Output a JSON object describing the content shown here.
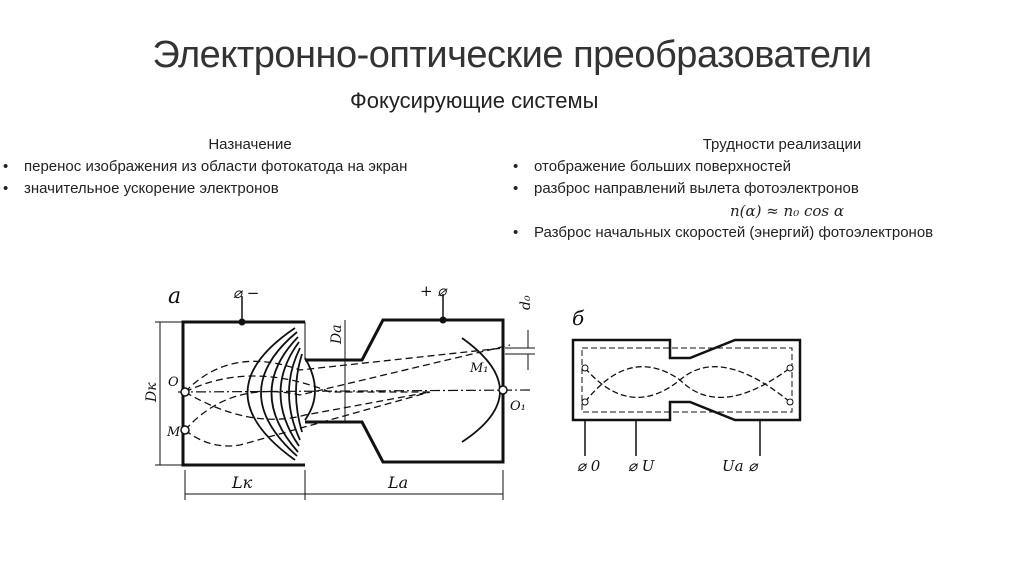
{
  "slide": {
    "title": "Электронно-оптические преобразователи",
    "subtitle": "Фокусирующие системы"
  },
  "left_column": {
    "heading": "Назначение",
    "items": [
      "перенос изображения из области фотокатода на экран",
      "значительное ускорение электронов"
    ]
  },
  "right_column": {
    "heading": "Трудности реализации",
    "items": [
      "отображение больших поверхностей",
      "разброс направлений вылета фотоэлектронов",
      "Разброс начальных скоростей (энергий) фотоэлектронов"
    ],
    "formula": "n(α) ≈ n₀ cos α"
  },
  "diagram_a": {
    "label": "а",
    "cathode_terminal": "⌀ −",
    "anode_terminal": "+ ⌀",
    "Dk": "Dк",
    "Da": "Dа",
    "d0": "d₀",
    "O": "O",
    "M": "M",
    "M1": "M₁",
    "O1": "O₁",
    "Lk": "Lк",
    "La": "Lа"
  },
  "diagram_b": {
    "label": "б",
    "term_0": "⌀ 0",
    "term_U": "⌀ U",
    "term_Ua": "Uа ⌀"
  }
}
